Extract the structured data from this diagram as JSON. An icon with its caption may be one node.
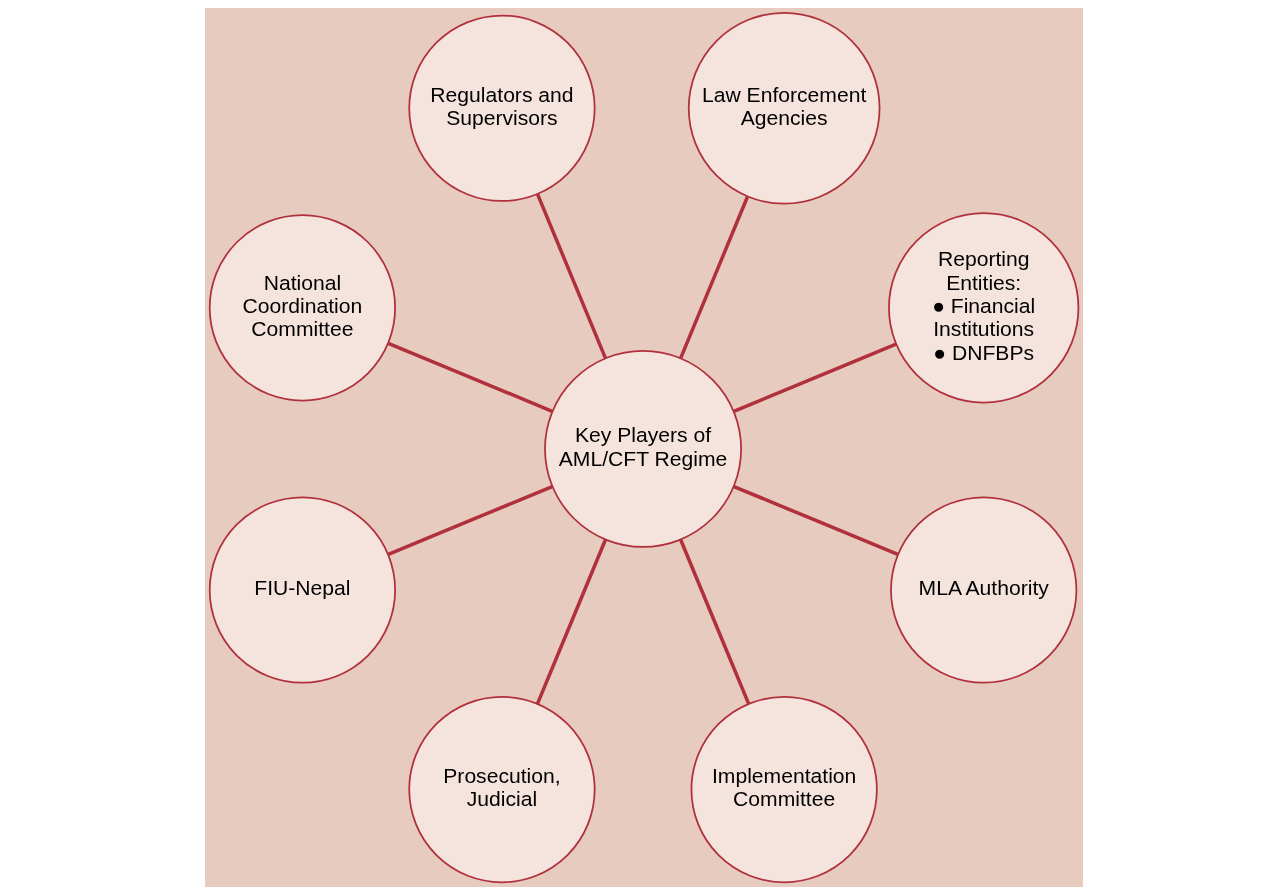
{
  "diagram": {
    "nodes": [
      {
        "text": [
          "Reporting Entities:",
          "● Financial Institutions",
          "● DNFBPs"
        ]
      },
      {
        "text": [
          "Law Enforcement Agencies"
        ]
      },
      {
        "text": [
          "Regulators and Supervisors"
        ]
      },
      {
        "text": [
          "National Coordination Committee"
        ]
      },
      {
        "text": [
          "Key Players of AML/CFT Regime"
        ]
      },
      {
        "text": [
          "FIU-Nepal"
        ]
      },
      {
        "text": [
          "Prosecution, Judicial"
        ]
      },
      {
        "text": [
          "Implementation Committee"
        ]
      },
      {
        "text": [
          "MLA Authority"
        ]
      }
    ],
    "edges": [
      {
        "from": 4,
        "to": 0,
        "arrow": "none"
      },
      {
        "from": 4,
        "to": 2,
        "arrow": "none"
      },
      {
        "from": 4,
        "to": 5,
        "arrow": "none"
      },
      {
        "from": 4,
        "to": 7,
        "arrow": "none"
      },
      {
        "from": 4,
        "to": 8,
        "arrow": "none"
      },
      {
        "from": 4,
        "to": 6,
        "arrow": "none"
      },
      {
        "from": 4,
        "to": 3,
        "arrow": "none"
      },
      {
        "from": 4,
        "to": 1,
        "arrow": "none"
      }
    ]
  }
}
